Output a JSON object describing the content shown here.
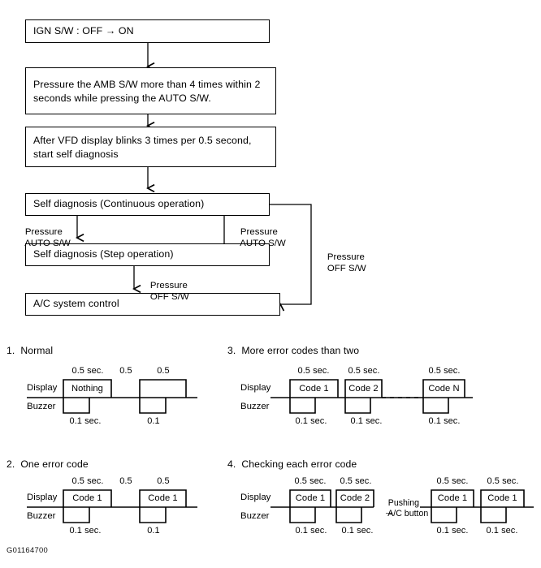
{
  "document": {
    "id_code": "G01164700"
  },
  "flowchart": {
    "nodes": [
      {
        "id": "ign",
        "label": "IGN S/W : OFF → ON"
      },
      {
        "id": "press_amb",
        "line1": "Pressure the AMB S/W more than 4 times within 2",
        "line2": "seconds while pressing the AUTO S/W."
      },
      {
        "id": "vfd",
        "line1": "After VFD display blinks 3 times per 0.5 second,",
        "line2": "start self diagnosis"
      },
      {
        "id": "self_cont",
        "label": "Self diagnosis (Continuous operation)"
      },
      {
        "id": "self_step",
        "label": "Self diagnosis (Step operation)"
      },
      {
        "id": "ac_control",
        "label": "A/C system control"
      }
    ],
    "edge_labels": [
      {
        "id": "left_auto",
        "line1": "Pressure",
        "line2": "AUTO S/W"
      },
      {
        "id": "mid_auto",
        "line1": "Pressure",
        "line2": "AUTO S/W"
      },
      {
        "id": "right_off",
        "line1": "Pressure",
        "line2": "OFF S/W"
      },
      {
        "id": "down_off",
        "line1": "Pressure",
        "line2": "OFF S/W"
      }
    ]
  },
  "timing": {
    "row_labels": {
      "display": "Display",
      "buzzer": "Buzzer"
    },
    "sections": [
      {
        "number": "1.",
        "title": "Normal",
        "heading": "1.  Normal",
        "top_labels": [
          "0.5 sec.",
          "0.5",
          "0.5"
        ],
        "bottom_labels": [
          "0.1 sec.",
          "0.1"
        ],
        "pulses": [
          {
            "text": "Nothing"
          },
          {
            "text": ""
          }
        ]
      },
      {
        "number": "2.",
        "title": "One error code",
        "heading": "2.  One error code",
        "top_labels": [
          "0.5 sec.",
          "0.5",
          "0.5"
        ],
        "bottom_labels": [
          "0.1 sec.",
          "0.1"
        ],
        "pulses": [
          {
            "text": "Code 1"
          },
          {
            "text": "Code 1"
          }
        ]
      },
      {
        "number": "3.",
        "title": "More error codes than two",
        "heading": "3.  More error codes than two",
        "top_labels": [
          "0.5 sec.",
          "0.5 sec.",
          "0.5 sec."
        ],
        "bottom_labels": [
          "0.1 sec.",
          "0.1 sec.",
          "0.1 sec."
        ],
        "pulses": [
          {
            "text": "Code 1"
          },
          {
            "text": "Code 2"
          },
          {
            "text": "Code N"
          }
        ],
        "has_ellipsis": true
      },
      {
        "number": "4.",
        "title": "Checking each error code",
        "heading": "4.  Checking each error code",
        "top_labels": [
          "0.5 sec.",
          "0.5 sec.",
          "0.5 sec.",
          "0.5 sec."
        ],
        "bottom_labels": [
          "0.1 sec.",
          "0.1 sec.",
          "0.1 sec.",
          "0.1 sec."
        ],
        "pulses": [
          {
            "text": "Code 1"
          },
          {
            "text": "Code 2"
          },
          {
            "text": "Code 1"
          },
          {
            "text": "Code 1"
          }
        ],
        "note": {
          "line1": "Pushing",
          "line2": "A/C button",
          "arrow": "→"
        }
      }
    ]
  },
  "colors": {
    "ink": "#000000",
    "background": "#ffffff"
  }
}
